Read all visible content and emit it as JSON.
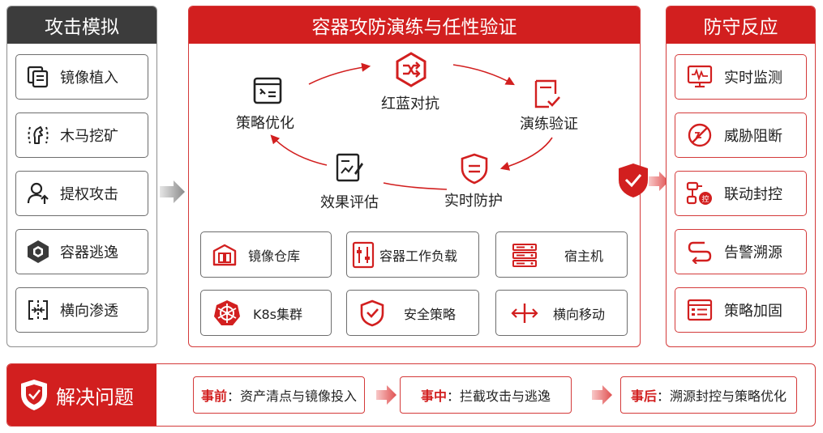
{
  "left_panel": {
    "title": "攻击模拟",
    "items": [
      {
        "label": "镜像植入",
        "icon": "layers-icon"
      },
      {
        "label": "木马挖矿",
        "icon": "horse-icon"
      },
      {
        "label": "提权攻击",
        "icon": "user-up-icon"
      },
      {
        "label": "容器逃逸",
        "icon": "hexagon-cube-icon"
      },
      {
        "label": "横向渗透",
        "icon": "split-arrows-icon"
      }
    ]
  },
  "center_panel": {
    "title": "容器攻防演练与任性验证",
    "cycle": [
      {
        "label": "红蓝对抗",
        "icon": "cross-arrows-icon"
      },
      {
        "label": "演练验证",
        "icon": "checklist-icon"
      },
      {
        "label": "实时防护",
        "icon": "shield-lines-icon"
      },
      {
        "label": "效果评估",
        "icon": "edit-doc-icon"
      },
      {
        "label": "策略优化",
        "icon": "toolbox-icon"
      }
    ],
    "tiles": [
      {
        "label": "镜像仓库",
        "icon": "repository-icon"
      },
      {
        "label": "容器工作负载",
        "icon": "sliders-icon"
      },
      {
        "label": "宿主机",
        "icon": "server-icon"
      },
      {
        "label": "K8s集群",
        "icon": "kubernetes-icon"
      },
      {
        "label": "安全策略",
        "icon": "shield-check-icon"
      },
      {
        "label": "横向移动",
        "icon": "horizontal-move-icon"
      }
    ]
  },
  "right_panel": {
    "title": "防守反应",
    "items": [
      {
        "label": "实时监测",
        "icon": "monitor-wave-icon"
      },
      {
        "label": "威胁阻断",
        "icon": "block-icon"
      },
      {
        "label": "联动封控",
        "icon": "control-flow-icon"
      },
      {
        "label": "告警溯源",
        "icon": "trace-path-icon"
      },
      {
        "label": "策略加固",
        "icon": "policy-list-icon"
      }
    ]
  },
  "bottom": {
    "title": "解决问题",
    "phases": [
      {
        "key": "事前",
        "sep": "：",
        "text": "资产清点与镜像投入"
      },
      {
        "key": "事中",
        "sep": "：",
        "text": "拦截攻击与逃逸"
      },
      {
        "key": "事后",
        "sep": "：",
        "text": "溯源封控与策略优化"
      }
    ]
  },
  "colors": {
    "accent": "#d21f1f",
    "dark_header": "#3c3c3c",
    "gray_arrow": "#9a9a9a"
  }
}
